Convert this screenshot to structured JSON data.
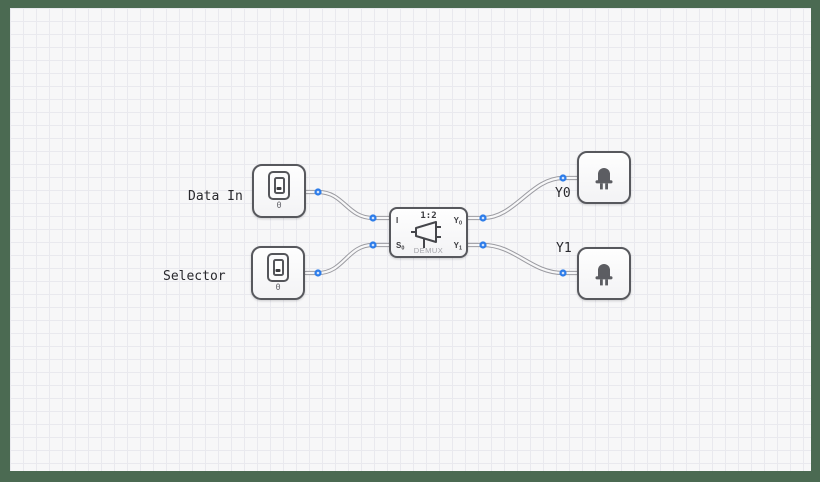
{
  "canvas": {
    "background": "#f7f7f8",
    "grid_color": "#e9e9ee",
    "frame_color": "#4b6a52"
  },
  "colors": {
    "wire": "#9b9ba1",
    "wire_core": "#f7f7f8",
    "connection_dot": "#2e7de9",
    "component_border": "#57585d",
    "icon_fill": "#5c5d62"
  },
  "components": {
    "data_in": {
      "label": "Data In",
      "value": "0",
      "state": "off"
    },
    "selector": {
      "label": "Selector",
      "value": "0",
      "state": "off"
    },
    "demux": {
      "title": "1:2",
      "name": "DEMUX",
      "pins": {
        "in": {
          "base": "I",
          "sub": ""
        },
        "sel": {
          "base": "S",
          "sub": "0"
        },
        "out0": {
          "base": "Y",
          "sub": "0"
        },
        "out1": {
          "base": "Y",
          "sub": "1"
        }
      }
    },
    "led0": {
      "label": "Y0"
    },
    "led1": {
      "label": "Y1"
    }
  },
  "wires": [
    {
      "from": "data_in.out",
      "to": "demux.in"
    },
    {
      "from": "selector.out",
      "to": "demux.sel"
    },
    {
      "from": "demux.out0",
      "to": "led0.in"
    },
    {
      "from": "demux.out1",
      "to": "led1.in"
    }
  ]
}
